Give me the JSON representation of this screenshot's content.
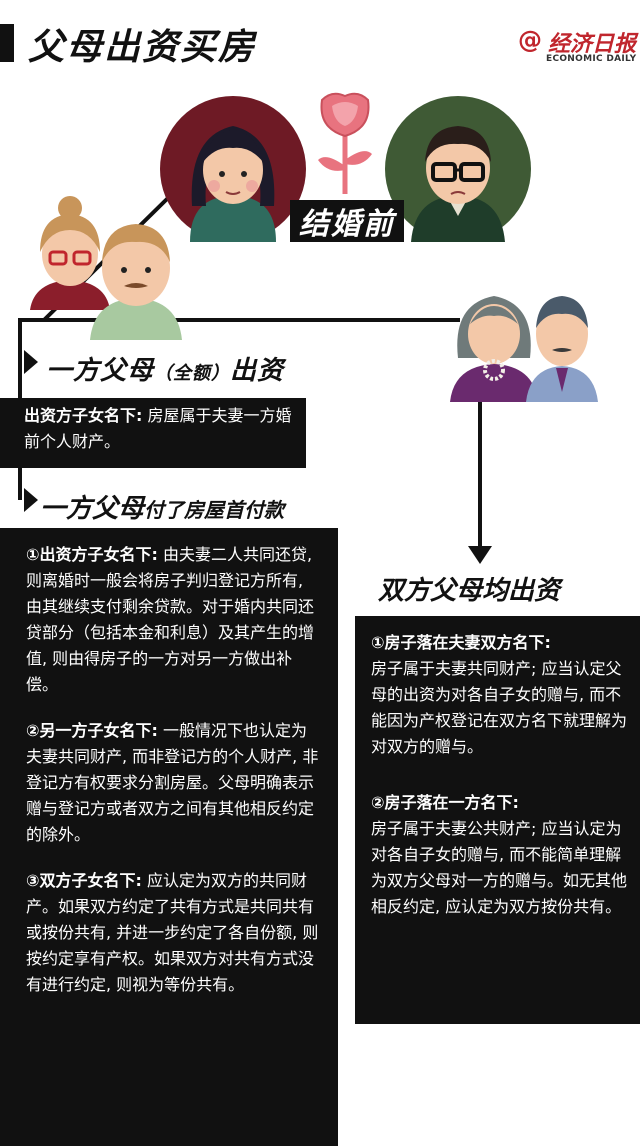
{
  "header": {
    "title": "父母出资买房",
    "logo_cn": "经济日报",
    "logo_en": "ECONOMIC DAILY",
    "logo_at": "@"
  },
  "badge": {
    "before_marriage": "结婚前"
  },
  "sections": {
    "one_side_full": {
      "heading_a": "一方父母",
      "heading_paren": "（全额）",
      "heading_b": "出资",
      "lead": "出资方子女名下:",
      "text": "房屋属于夫妻一方婚前个人财产。"
    },
    "one_side_down": {
      "heading_a": "一方父母",
      "heading_b": "付了房屋首付款",
      "items": [
        {
          "lead": "①出资方子女名下:",
          "text": "由夫妻二人共同还贷, 则离婚时一般会将房子判归登记方所有, 由其继续支付剩余贷款。对于婚内共同还贷部分（包括本金和利息）及其产生的增值, 则由得房子的一方对另一方做出补偿。"
        },
        {
          "lead": "②另一方子女名下:",
          "text": "一般情况下也认定为夫妻共同财产, 而非登记方的个人财产, 非登记方有权要求分割房屋。父母明确表示赠与登记方或者双方之间有其他相反约定的除外。"
        },
        {
          "lead": "③双方子女名下:",
          "text": "应认定为双方的共同财产。如果双方约定了共有方式是共同共有或按份共有, 并进一步约定了各自份额, 则按约定享有产权。如果双方对共有方式没有进行约定, 则视为等份共有。"
        }
      ]
    },
    "both_sides": {
      "heading": "双方父母均出资",
      "items": [
        {
          "lead": "①房子落在夫妻双方名下:",
          "text": "房子属于夫妻共同财产; 应当认定父母的出资为对各自子女的赠与, 而不能因为产权登记在双方名下就理解为对双方的赠与。"
        },
        {
          "lead": "②房子落在一方名下:",
          "text": "房子属于夫妻公共财产; 应当认定为对各自子女的赠与, 而不能简单理解为双方父母对一方的赠与。如无其他相反约定, 应认定为双方按份共有。"
        }
      ]
    }
  },
  "icons": [
    "rose-icon",
    "bride-avatar",
    "groom-avatar",
    "parents-left-avatar",
    "parents-right-avatar"
  ],
  "colors": {
    "rose": "#e8737f",
    "bride_bg": "#6e1a25",
    "groom_bg": "#3f5a35",
    "logo_red": "#c0262d"
  }
}
